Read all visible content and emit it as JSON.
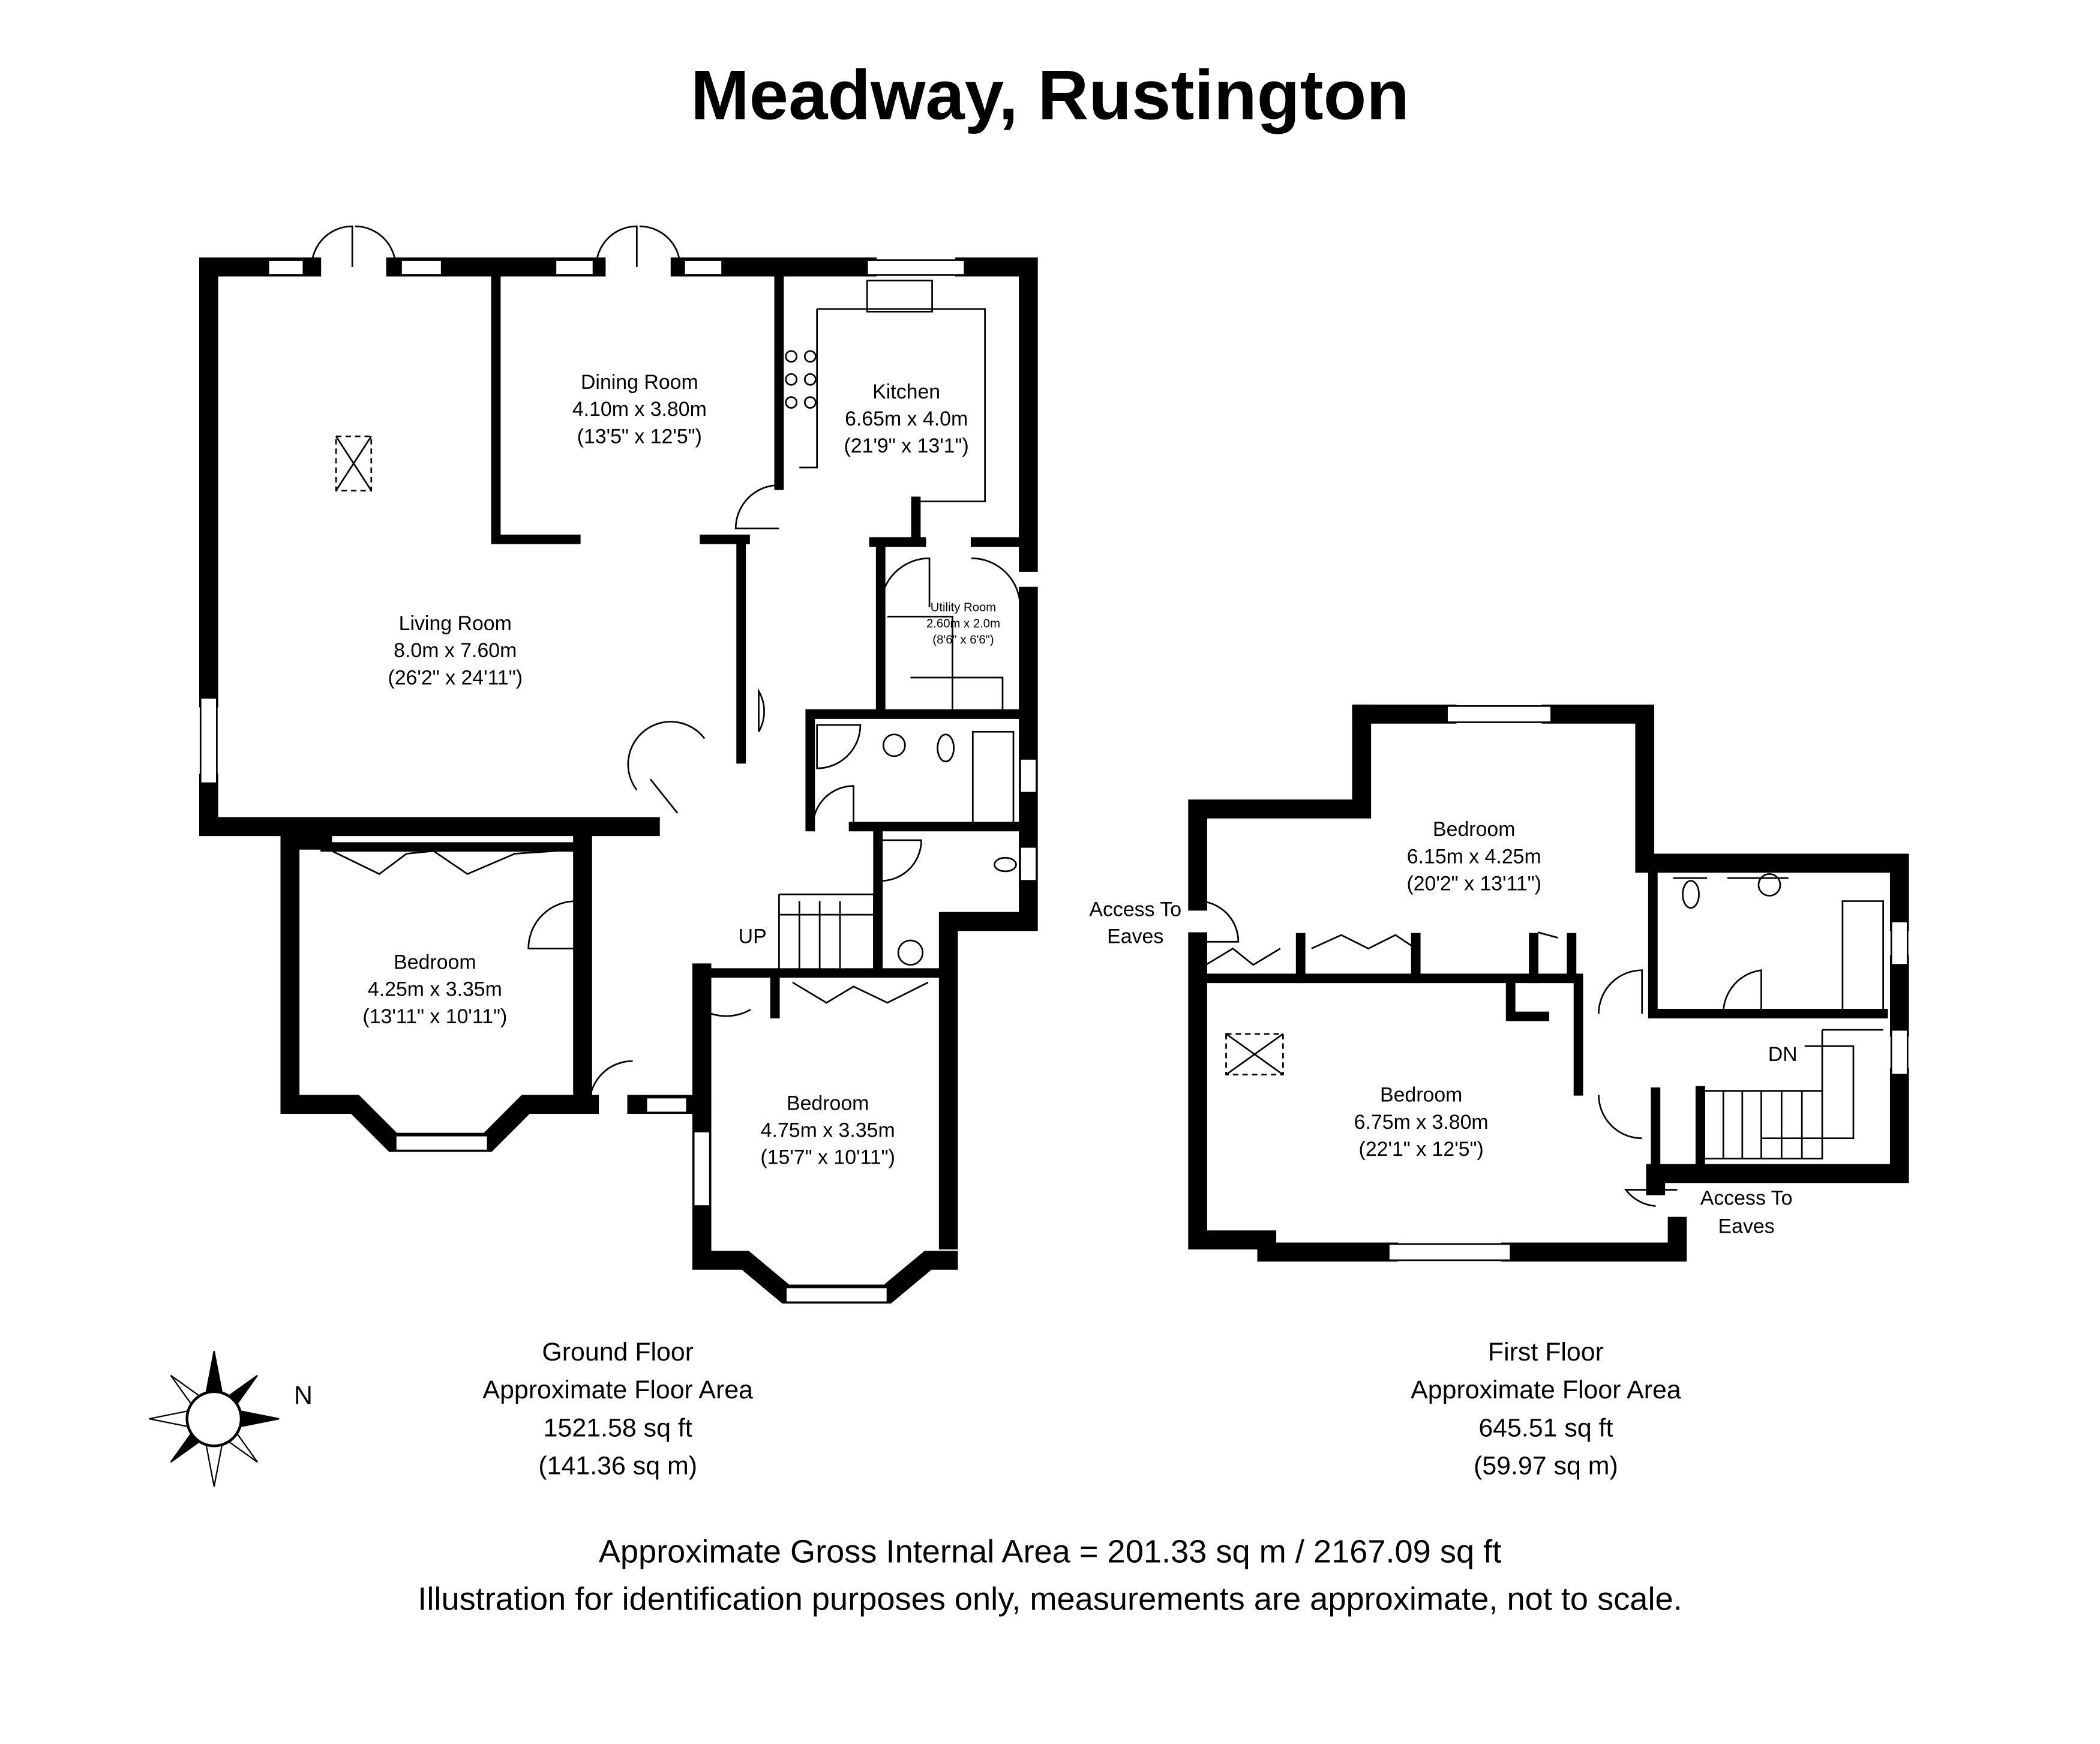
{
  "title": "Meadway, Rustington",
  "ground_floor": {
    "rooms": [
      {
        "name": "Dining Room",
        "metric": "4.10m x 3.80m",
        "imperial": "(13'5\" x 12'5\")"
      },
      {
        "name": "Kitchen",
        "metric": "6.65m x 4.0m",
        "imperial": "(21'9\" x 13'1\")"
      },
      {
        "name": "Living Room",
        "metric": "8.0m x 7.60m",
        "imperial": "(26'2\" x 24'11\")"
      },
      {
        "name": "Utility Room",
        "metric": "2.60m x 2.0m",
        "imperial": "(8'6\" x 6'6\")"
      },
      {
        "name": "Bedroom",
        "metric": "4.25m x 3.35m",
        "imperial": "(13'11\" x 10'11\")"
      },
      {
        "name": "Bedroom",
        "metric": "4.75m x 3.35m",
        "imperial": "(15'7\" x 10'11\")"
      }
    ],
    "stairs_label": "UP",
    "caption": [
      "Ground Floor",
      "Approximate Floor Area",
      "1521.58 sq ft",
      "(141.36 sq m)"
    ]
  },
  "first_floor": {
    "rooms": [
      {
        "name": "Bedroom",
        "metric": "6.15m x 4.25m",
        "imperial": "(20'2\" x 13'11\")"
      },
      {
        "name": "Bedroom",
        "metric": "6.75m x 3.80m",
        "imperial": "(22'1\" x 12'5\")"
      }
    ],
    "eaves_left": [
      "Access To",
      "Eaves"
    ],
    "eaves_right": [
      "Access To",
      "Eaves"
    ],
    "stairs_label": "DN",
    "caption": [
      "First Floor",
      "Approximate Floor Area",
      "645.51 sq ft",
      "(59.97 sq m)"
    ]
  },
  "compass_label": "N",
  "footer": {
    "gross_area": "Approximate Gross Internal Area = 201.33 sq m / 2167.09 sq ft",
    "disclaimer": "Illustration for identification purposes only, measurements are approximate, not to scale."
  }
}
